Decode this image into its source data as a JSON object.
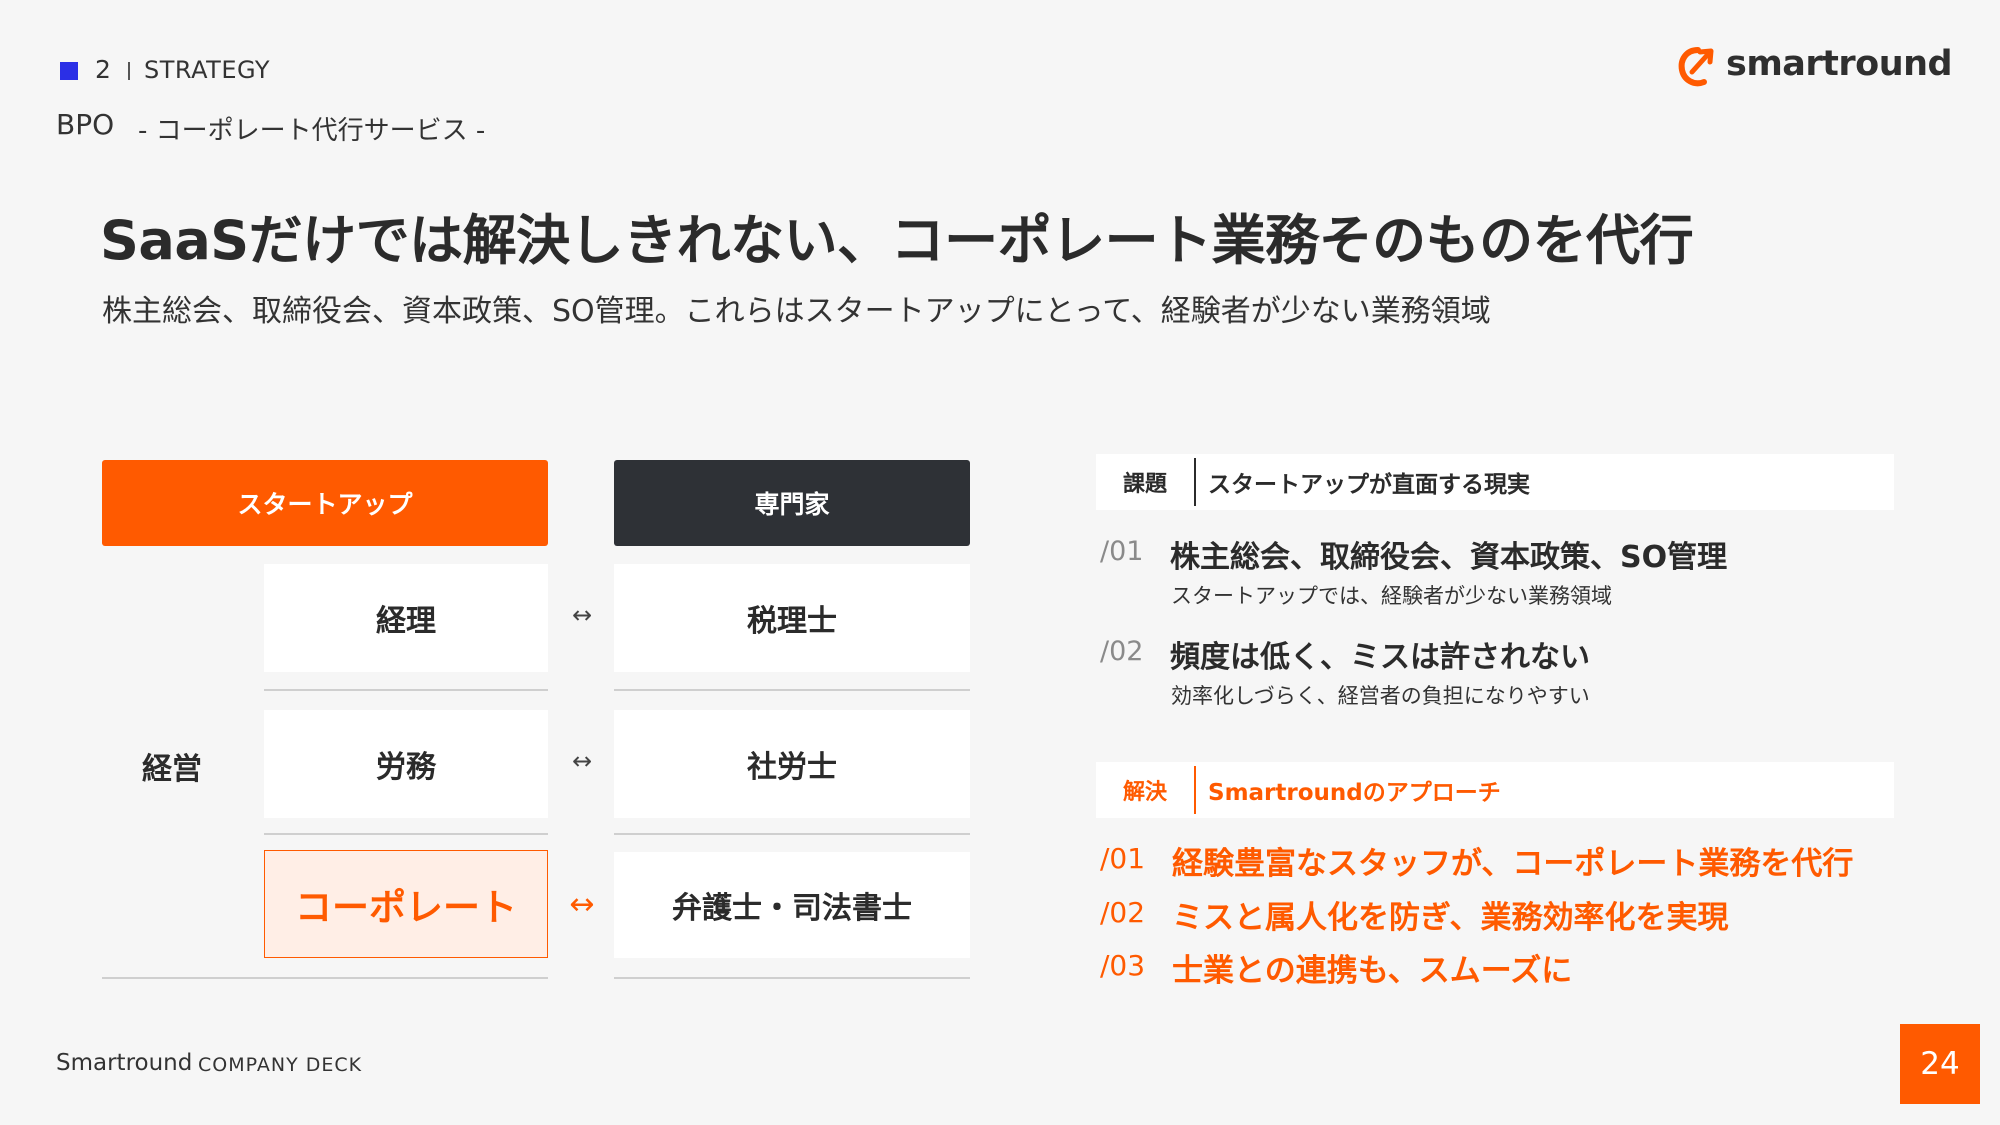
{
  "colors": {
    "accent": "#ff5a00",
    "dark": "#2e3136",
    "section_marker": "#2b2fe6"
  },
  "header": {
    "section_number": "2",
    "section_label": "STRATEGY",
    "category": "BPO",
    "category_sub": "- コーポレート代行サービス -",
    "logo_text": "smartround"
  },
  "title": "SaaSだけでは解決しきれない、コーポレート業務そのものを代行",
  "subtitle": "株主総会、取締役会、資本政策、SO管理。これらはスタートアップにとって、経験者が少ない業務領域",
  "diagram": {
    "startup_header": "スタートアップ",
    "expert_header": "専門家",
    "management_label": "経営",
    "rows": [
      {
        "left": "経理",
        "arrow": "↔",
        "right": "税理士"
      },
      {
        "left": "労務",
        "arrow": "↔",
        "right": "社労士"
      },
      {
        "left": "コーポレート",
        "arrow": "↔",
        "right": "弁護士・司法書士"
      }
    ]
  },
  "issues": {
    "key": "課題",
    "heading": "スタートアップが直面する現実",
    "items": [
      {
        "num": "/01",
        "title": "株主総会、取締役会、資本政策、SO管理",
        "desc": "スタートアップでは、経験者が少ない業務領域"
      },
      {
        "num": "/02",
        "title": "頻度は低く、ミスは許されない",
        "desc": "効率化しづらく、経営者の負担になりやすい"
      }
    ]
  },
  "solution": {
    "key": "解決",
    "heading": "Smartroundのアプローチ",
    "items": [
      {
        "num": "/01",
        "text": "経験豊富なスタッフが、コーポレート業務を代行"
      },
      {
        "num": "/02",
        "text": "ミスと属人化を防ぎ、業務効率化を実現"
      },
      {
        "num": "/03",
        "text": "士業との連携も、スムーズに"
      }
    ]
  },
  "footer": {
    "brand": "Smartround",
    "deck": "COMPANY DECK",
    "page": "24"
  }
}
